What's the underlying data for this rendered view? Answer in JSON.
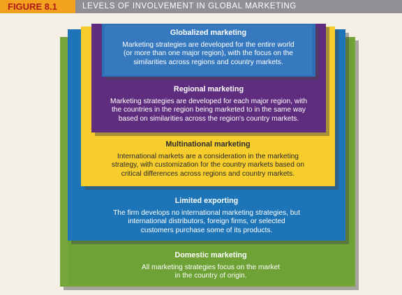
{
  "header": {
    "figure_label": "FIGURE 8.1",
    "title": "LEVELS OF INVOLVEMENT IN GLOBAL MARKETING"
  },
  "levels": {
    "globalized": {
      "title": "Globalized marketing",
      "line1": "Marketing strategies are developed for the entire world",
      "line2": "(or more than one major region), with the focus on the",
      "line3": "similarities across regions and country markets.",
      "color": "#2f6fb6"
    },
    "regional": {
      "title": "Regional marketing",
      "line1": "Marketing strategies are developed for each major region, with",
      "line2": "the countries in the region being marketed to in the same way",
      "line3": "based on similarities across the region's country markets.",
      "color": "#5f2d7e"
    },
    "multinational": {
      "title": "Multinational marketing",
      "line1": "International markets are a consideration in the marketing",
      "line2": "strategy, with customization for the country markets based on",
      "line3": "critical differences across regions and country markets.",
      "color": "#f6cd2c"
    },
    "limited": {
      "title": "Limited exporting",
      "line1": "The firm develops no international marketing strategies, but",
      "line2": "international distributors, foreign firms, or selected",
      "line3": "customers purchase some of its products.",
      "color": "#1d75b8"
    },
    "domestic": {
      "title": "Domestic marketing",
      "line1": "All marketing strategies focus on the market",
      "line2": "in the country of origin.",
      "color": "#79a63b"
    }
  }
}
